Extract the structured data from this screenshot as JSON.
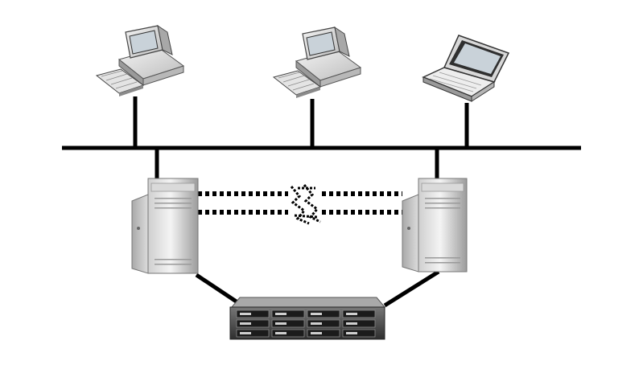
{
  "diagram": {
    "nodes": [
      {
        "id": "desktop-1",
        "icon": "desktop-computer-icon"
      },
      {
        "id": "desktop-2",
        "icon": "desktop-computer-icon"
      },
      {
        "id": "laptop-1",
        "icon": "laptop-icon"
      },
      {
        "id": "server-1",
        "icon": "tower-server-icon"
      },
      {
        "id": "server-2",
        "icon": "tower-server-icon"
      },
      {
        "id": "storage-array",
        "icon": "rack-storage-array-icon"
      }
    ],
    "links": [
      {
        "from": "desktop-1",
        "to": "network-bus",
        "style": "solid"
      },
      {
        "from": "desktop-2",
        "to": "network-bus",
        "style": "solid"
      },
      {
        "from": "laptop-1",
        "to": "network-bus",
        "style": "solid"
      },
      {
        "from": "server-1",
        "to": "network-bus",
        "style": "solid"
      },
      {
        "from": "server-2",
        "to": "network-bus",
        "style": "solid"
      },
      {
        "from": "server-1",
        "to": "server-2",
        "style": "dotted-double",
        "break": "lightning-break-icon"
      },
      {
        "from": "server-1",
        "to": "storage-array",
        "style": "solid"
      },
      {
        "from": "server-2",
        "to": "storage-array",
        "style": "solid"
      }
    ],
    "colors": {
      "line": "#000000",
      "device_light": "#e8e8e8",
      "device_dark": "#4a4a4a",
      "screen": "#c9d2d9"
    }
  }
}
